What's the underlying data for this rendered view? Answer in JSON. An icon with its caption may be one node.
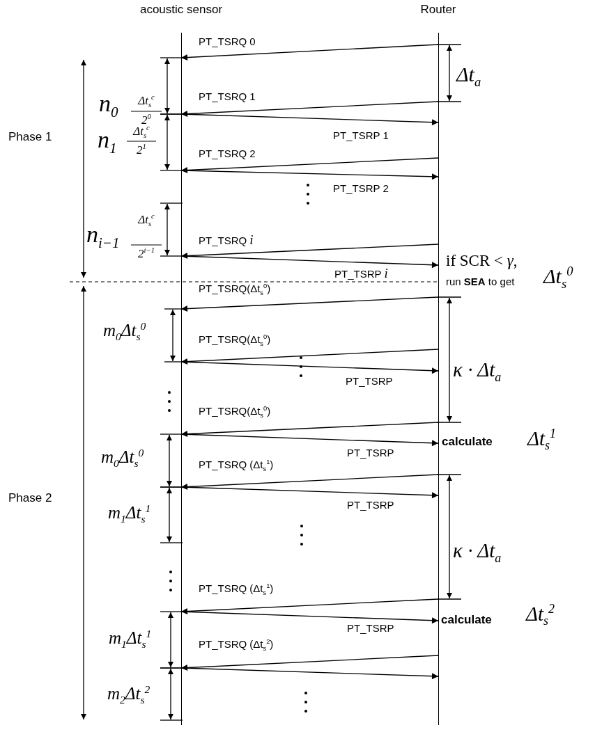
{
  "diagram": {
    "nodes": [
      {
        "text": [
          "acoustic sensor"
        ]
      },
      {
        "text": [
          "Router"
        ]
      }
    ],
    "edges": [
      {
        "from": 1,
        "to": 0,
        "arrow": "to",
        "label": "PT_TSRQ 0"
      },
      {
        "from": 1,
        "to": 0,
        "arrow": "to",
        "label": "PT_TSRQ 1"
      },
      {
        "from": 0,
        "to": 1,
        "arrow": "to",
        "label": "PT_TSRP 1"
      },
      {
        "from": 1,
        "to": 0,
        "arrow": "to",
        "label": "PT_TSRQ 2"
      },
      {
        "from": 0,
        "to": 1,
        "arrow": "to",
        "label": "PT_TSRP 2"
      },
      {
        "from": 1,
        "to": 0,
        "arrow": "to",
        "label": "PT_TSRQ *i*"
      },
      {
        "from": 0,
        "to": 1,
        "arrow": "to",
        "label": "PT_TSRP *i*"
      },
      {
        "from": 1,
        "to": 0,
        "arrow": "to",
        "label": "PT_TSRQ(Δt$_{s}$$^{0}$)"
      },
      {
        "from": 1,
        "to": 0,
        "arrow": "to",
        "label": "PT_TSRQ(Δt$_{s}$$^{0}$)"
      },
      {
        "from": 0,
        "to": 1,
        "arrow": "to",
        "label": "PT_TSRP"
      },
      {
        "from": 1,
        "to": 0,
        "arrow": "to",
        "label": "PT_TSRQ(Δt$_{s}$$^{0}$)"
      },
      {
        "from": 0,
        "to": 1,
        "arrow": "to",
        "label": "PT_TSRP"
      },
      {
        "from": 1,
        "to": 0,
        "arrow": "to",
        "label": "PT_TSRQ (Δt$_{s}$$^{1}$)"
      },
      {
        "from": 0,
        "to": 1,
        "arrow": "to",
        "label": "PT_TSRP"
      },
      {
        "from": 1,
        "to": 0,
        "arrow": "to",
        "label": "PT_TSRQ (Δt$_{s}$$^{1}$)"
      },
      {
        "from": 0,
        "to": 1,
        "arrow": "to",
        "label": "PT_TSRP"
      },
      {
        "from": 1,
        "to": 0,
        "arrow": "to",
        "label": "PT_TSRQ (Δt$_{s}$$^{2}$)"
      },
      {
        "from": 0,
        "to": 1,
        "arrow": "to"
      }
    ],
    "labels": [
      "Δt$_{a}$",
      "n$_{0}$",
      "Δt$_{s}$$^{c}$",
      "2$^{0}$",
      "Phase 1",
      "n$_{1}$",
      "Δt$_{s}$$^{c}$",
      "2$^{1}$",
      "n$_{i−1}$",
      "Δt$_{s}$$^{c}$",
      "2$^{i−1}$",
      "if SCR < *γ*,",
      "run **SEA** to get",
      "Δt$_{s}$$^{0}$",
      "m$_{0}$Δt$_{s}$$^{0}$",
      "κ · Δt$_{a}$",
      "calculate",
      "Δt$_{s}$$^{1}$",
      "m$_{0}$Δt$_{s}$$^{0}$",
      "Phase 2",
      "m$_{1}$Δt$_{s}$$^{1}$",
      "κ · Δt$_{a}$",
      "calculate",
      "Δt$_{s}$$^{2}$",
      "m$_{1}$Δt$_{s}$$^{1}$",
      "m$_{2}$Δt$_{s}$$^{2}$"
    ]
  }
}
